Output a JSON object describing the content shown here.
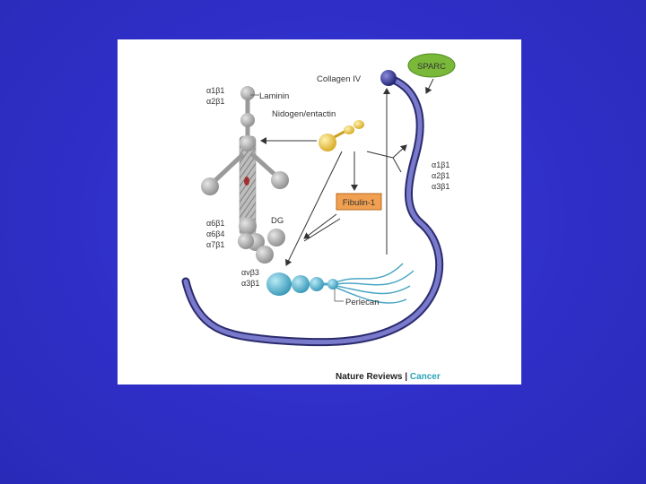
{
  "labels": {
    "collagen": "Collagen IV",
    "sparc": "SPARC",
    "laminin": "Laminin",
    "nidogen": "Nidogen/entactin",
    "fibulin": "Fibulin-1",
    "dg": "DG",
    "perlecan": "Perlecan"
  },
  "integrins": {
    "laminin_top": [
      "α1β1",
      "α2β1"
    ],
    "laminin_bottom": [
      "α6β1",
      "α6β4",
      "α7β1"
    ],
    "collagen_side": [
      "α1β1",
      "α2β1",
      "α3β1"
    ],
    "perlecan_side": [
      "αvβ3",
      "α3β1"
    ]
  },
  "footer": {
    "journal": "Nature Reviews",
    "separator": " | ",
    "section": "Cancer"
  },
  "colors": {
    "background": "#2f2fc8",
    "collagen_strand": "#5a5aa8",
    "laminin_ball": "#b8b8b8",
    "nidogen": "#e8c23a",
    "fibulin_fill": "#f0a050",
    "sparc_fill": "#7ab83a",
    "perlecan": "#5ab6d0",
    "cancer_accent": "#2aa3b8"
  }
}
